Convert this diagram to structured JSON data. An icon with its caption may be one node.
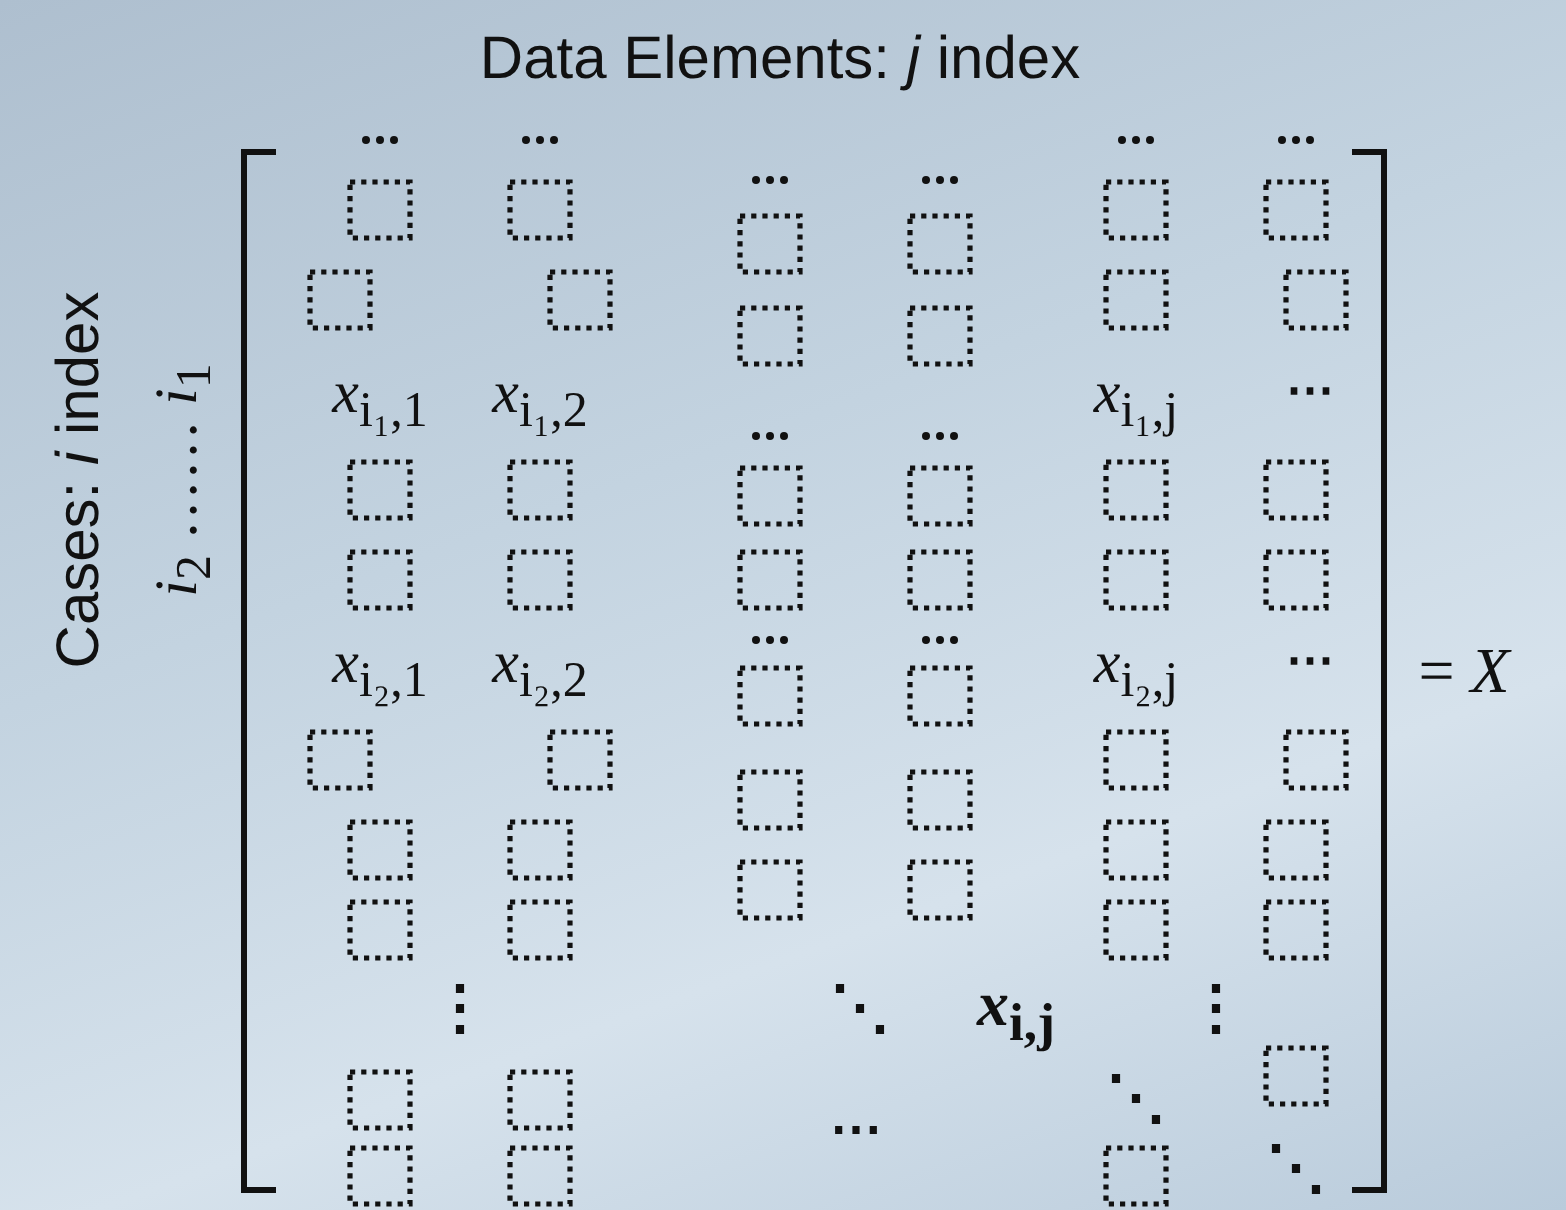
{
  "diagram": {
    "title": "Data Elements: *j* index",
    "labels": [
      "Cases: *i* index",
      "*i*$_{2}$ …… *i*$_{1}$",
      "*x*$_{i₁,1}$",
      "*x*$_{i₁,2}$",
      "*x*$_{i₁,j}$",
      "⋯",
      "*x*$_{i₂,1}$",
      "*x*$_{i₂,2}$",
      "*x*$_{i₂,j}$",
      "⋯",
      "= *X*",
      "⋮",
      "⋱",
      "*x*$_{i,j}$",
      "⋮",
      "⋱",
      "⋯",
      "⋱"
    ]
  }
}
